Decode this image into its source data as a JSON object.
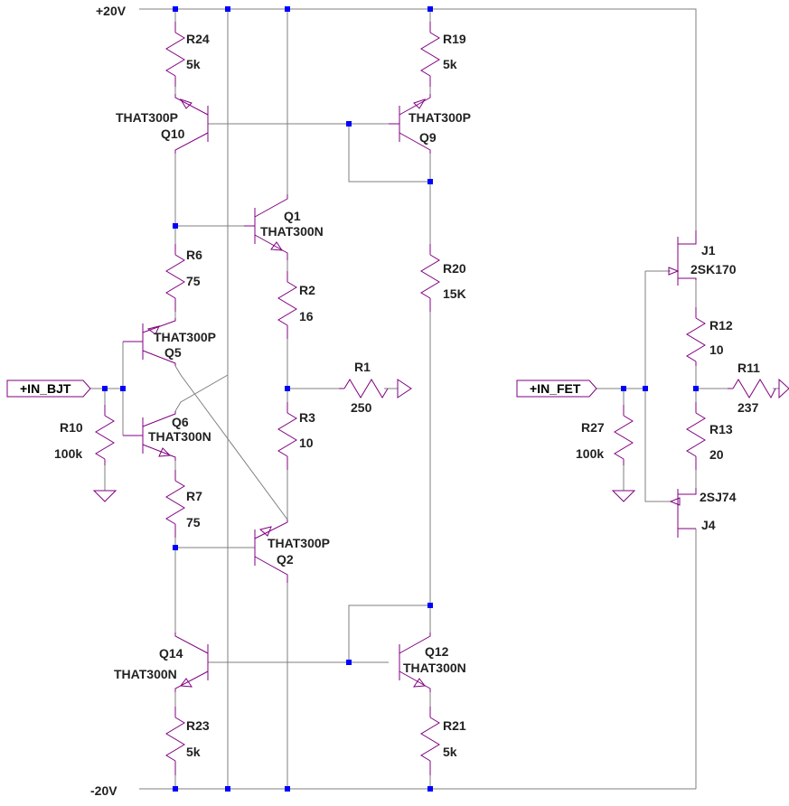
{
  "rails": {
    "positive": "+20V",
    "negative": "-20V"
  },
  "inputs": {
    "bjt": "+IN_BJT",
    "fet": "+IN_FET"
  },
  "resistors": [
    {
      "ref": "R24",
      "value": "5k"
    },
    {
      "ref": "R19",
      "value": "5k"
    },
    {
      "ref": "R6",
      "value": "75"
    },
    {
      "ref": "R2",
      "value": "16"
    },
    {
      "ref": "R20",
      "value": "15K"
    },
    {
      "ref": "R1",
      "value": "250"
    },
    {
      "ref": "R10",
      "value": "100k"
    },
    {
      "ref": "R3",
      "value": "10"
    },
    {
      "ref": "R7",
      "value": "75"
    },
    {
      "ref": "R23",
      "value": "5k"
    },
    {
      "ref": "R21",
      "value": "5k"
    },
    {
      "ref": "R12",
      "value": "10"
    },
    {
      "ref": "R11",
      "value": "237"
    },
    {
      "ref": "R27",
      "value": "100k"
    },
    {
      "ref": "R13",
      "value": "20"
    }
  ],
  "transistors": [
    {
      "ref": "Q10",
      "model": "THAT300P"
    },
    {
      "ref": "Q9",
      "model": "THAT300P"
    },
    {
      "ref": "Q1",
      "model": "THAT300N"
    },
    {
      "ref": "Q5",
      "model": "THAT300P"
    },
    {
      "ref": "Q6",
      "model": "THAT300N"
    },
    {
      "ref": "Q2",
      "model": "THAT300P"
    },
    {
      "ref": "Q14",
      "model": "THAT300N"
    },
    {
      "ref": "Q12",
      "model": "THAT300N"
    },
    {
      "ref": "J1",
      "model": "2SK170"
    },
    {
      "ref": "J4",
      "model": "2SJ74"
    }
  ],
  "colors": {
    "wire": "#7f7f7f",
    "component": "#800080",
    "junction": "#0000ff",
    "text": "#222222"
  }
}
